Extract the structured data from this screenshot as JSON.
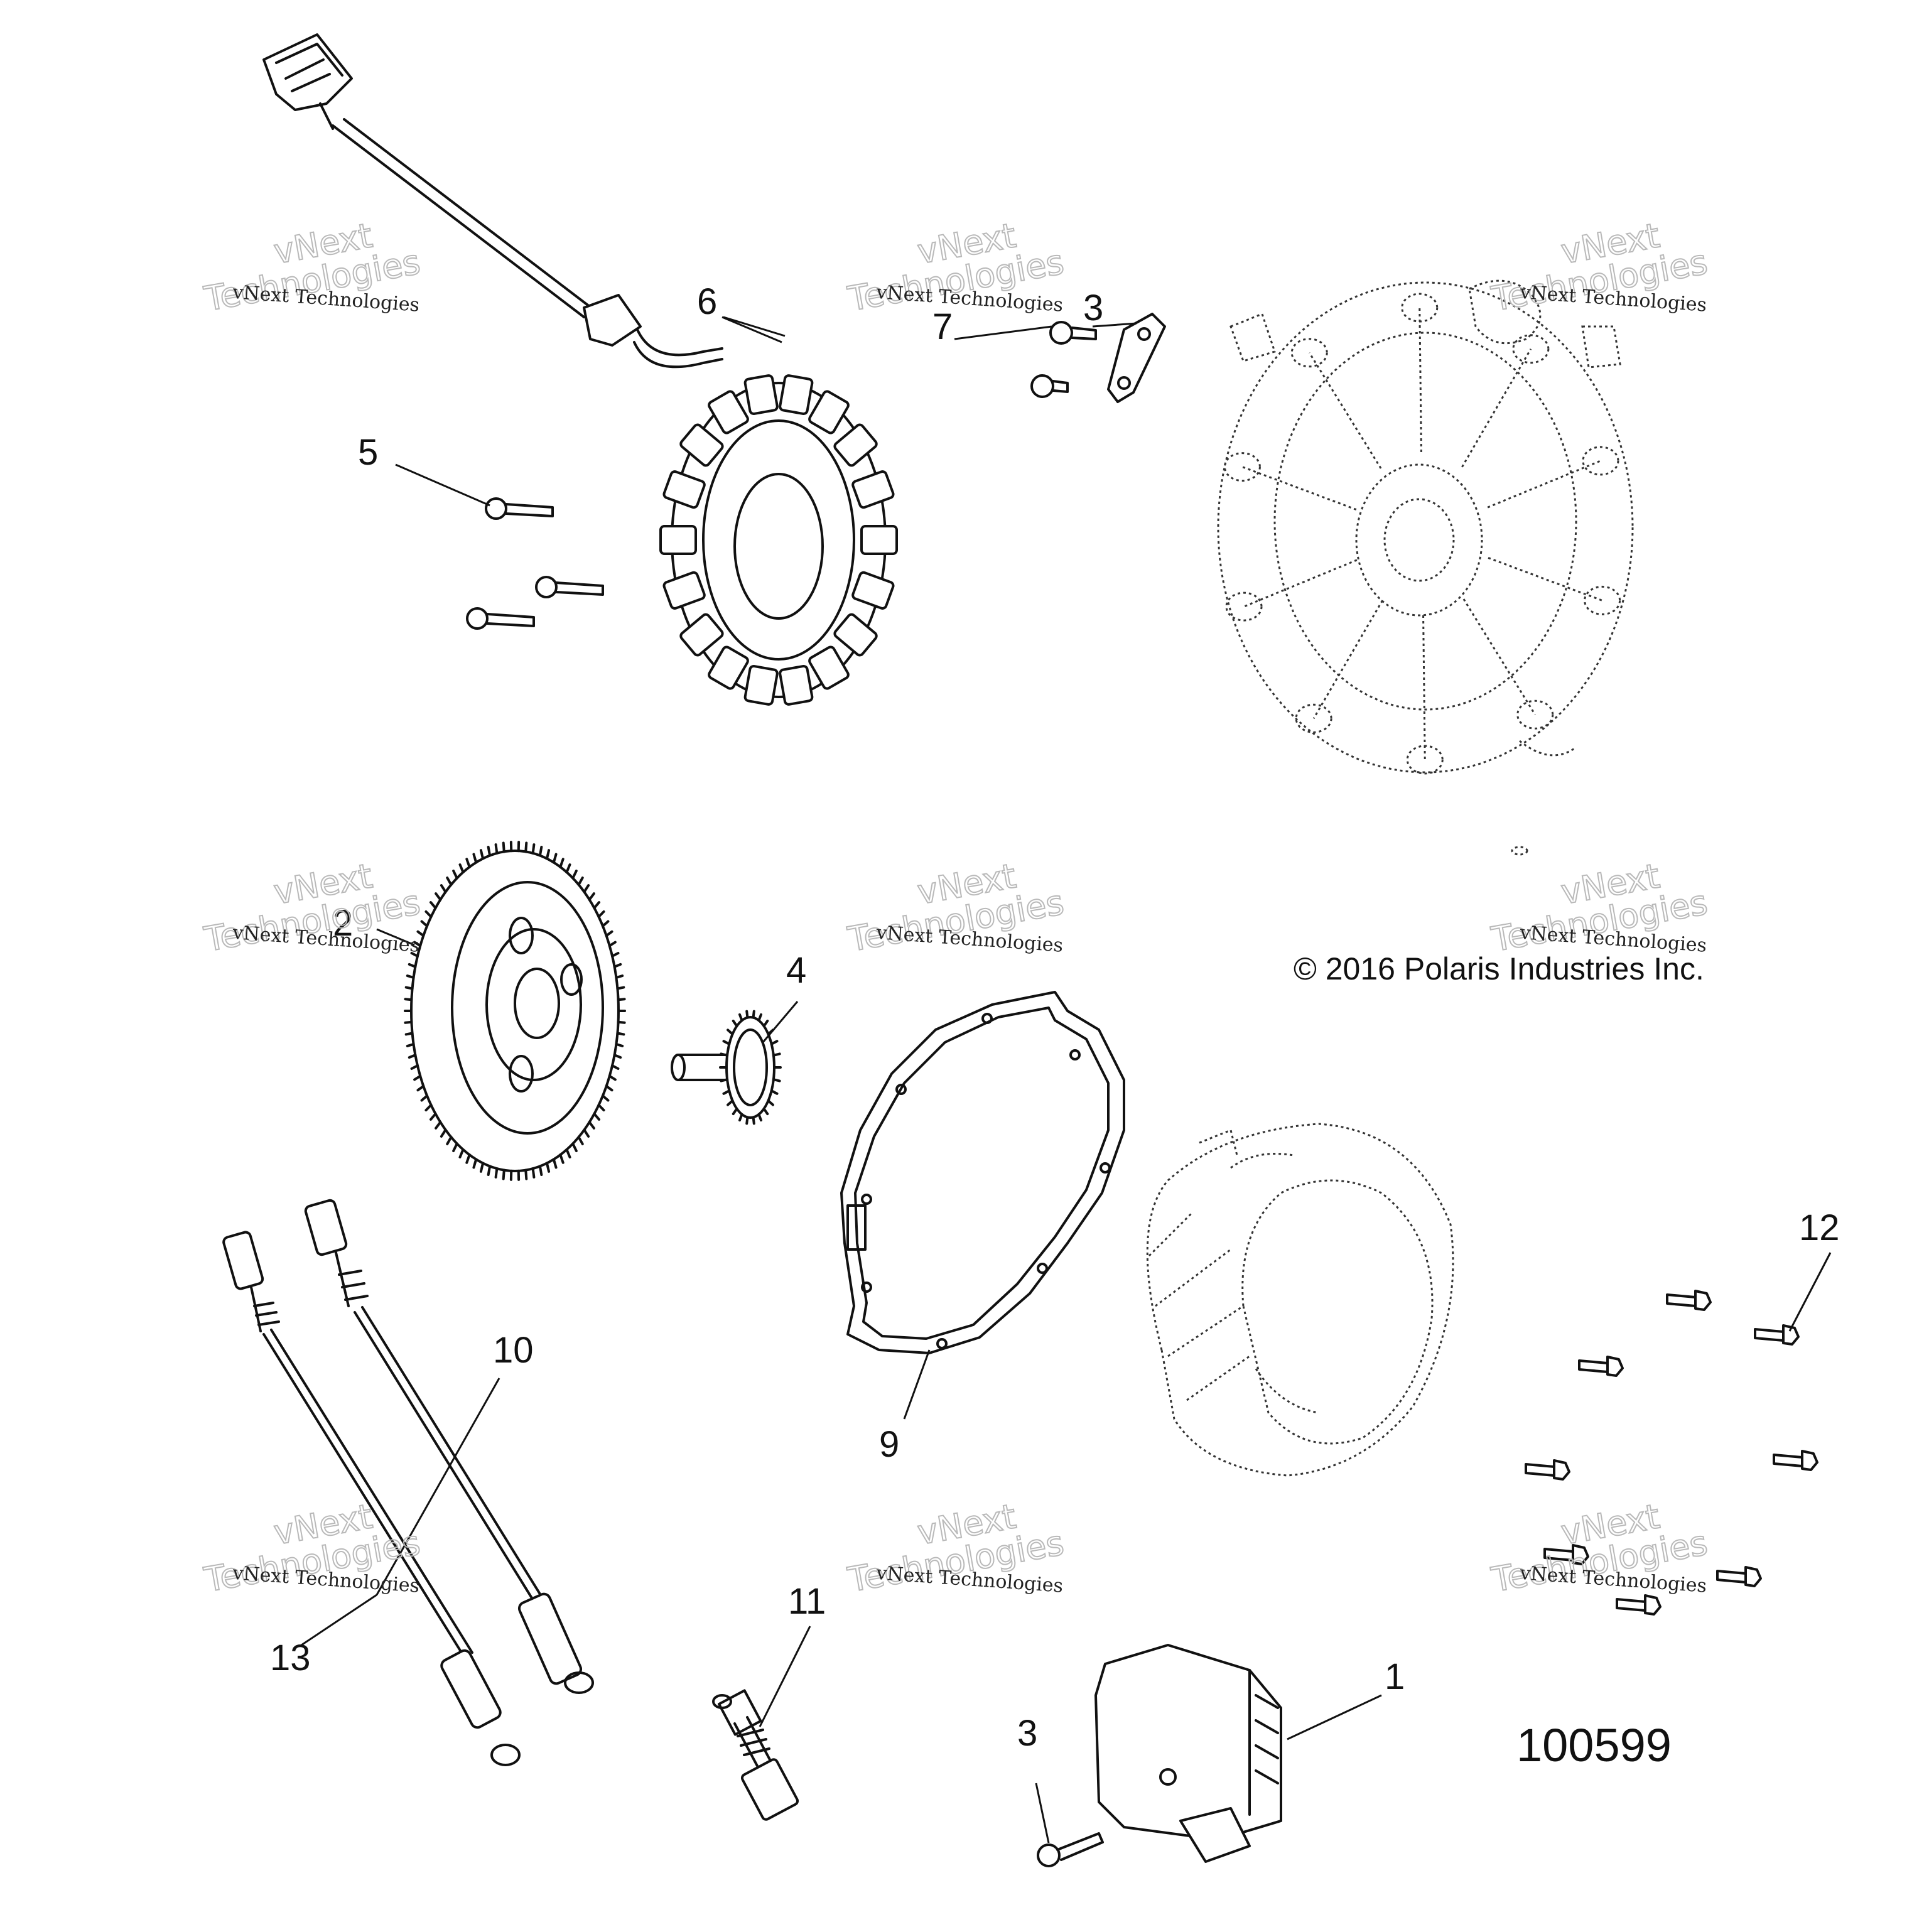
{
  "callouts": [
    {
      "id": "1",
      "label": "1"
    },
    {
      "id": "2",
      "label": "2"
    },
    {
      "id": "3a",
      "label": "3"
    },
    {
      "id": "3b",
      "label": "3"
    },
    {
      "id": "4",
      "label": "4"
    },
    {
      "id": "5",
      "label": "5"
    },
    {
      "id": "6",
      "label": "6"
    },
    {
      "id": "7",
      "label": "7"
    },
    {
      "id": "9",
      "label": "9"
    },
    {
      "id": "10",
      "label": "10"
    },
    {
      "id": "11",
      "label": "11"
    },
    {
      "id": "12",
      "label": "12"
    },
    {
      "id": "13",
      "label": "13"
    }
  ],
  "copyright": "© 2016 Polaris Industries Inc.",
  "drawing_number": "100599",
  "watermark": {
    "small": "vNext Technologies",
    "large_top": "vNext",
    "large_bottom": "Technologies"
  }
}
